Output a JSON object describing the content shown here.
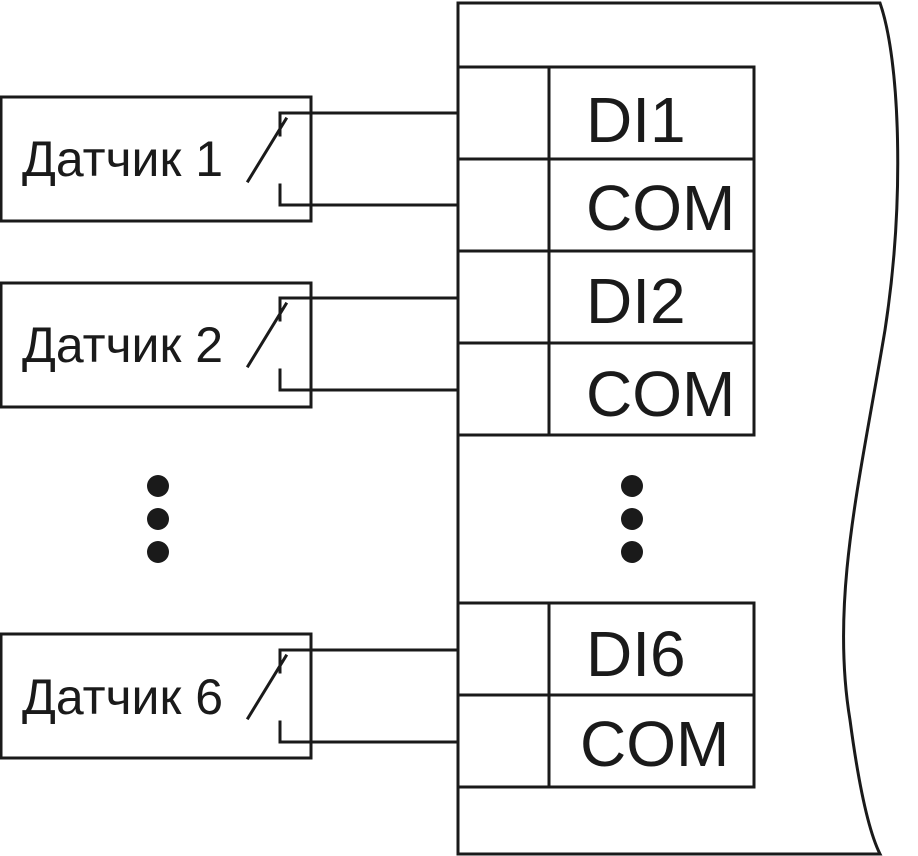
{
  "sensors": [
    {
      "label": "Датчик  1"
    },
    {
      "label": "Датчик  2"
    },
    {
      "label": "Датчик  6"
    }
  ],
  "terminals": [
    {
      "label": "DI1"
    },
    {
      "label": "COM"
    },
    {
      "label": "DI2"
    },
    {
      "label": "COM"
    },
    {
      "label": "DI6"
    },
    {
      "label": "COM"
    }
  ],
  "colors": {
    "line": "#1a1a1a",
    "background": "#ffffff"
  }
}
